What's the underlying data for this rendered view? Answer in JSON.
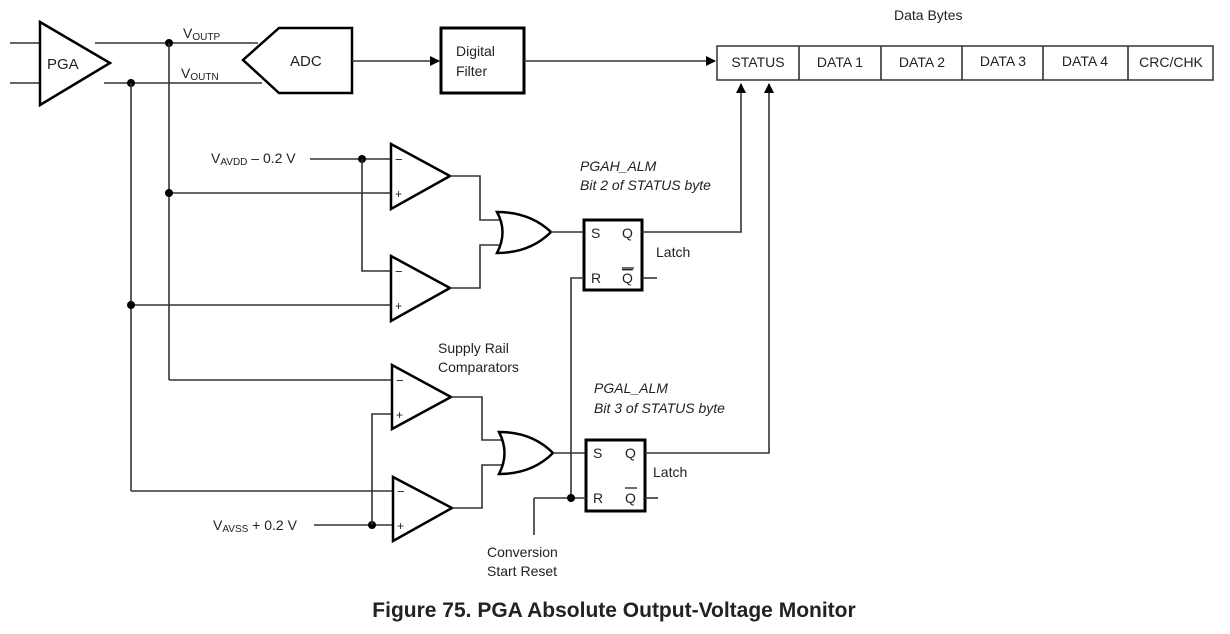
{
  "figure": {
    "caption": "Figure 75.  PGA Absolute Output-Voltage Monitor"
  },
  "blocks": {
    "pga": "PGA",
    "adc": "ADC",
    "digital_filter": [
      "Digital",
      "Filter"
    ]
  },
  "signals": {
    "voutp": {
      "main": "V",
      "sub": "OUTP"
    },
    "voutn": {
      "main": "V",
      "sub": "OUTN"
    },
    "vavdd": {
      "main": "V",
      "sub": "AVDD",
      "suffix": " – 0.2 V"
    },
    "vavss": {
      "main": "V",
      "sub": "AVSS",
      "suffix": " + 0.2 V"
    }
  },
  "data_bytes": {
    "title": "Data Bytes",
    "cells": [
      "STATUS",
      "DATA 1",
      "DATA 2",
      "DATA 3",
      "DATA 4",
      "CRC/CHK"
    ]
  },
  "comparators": {
    "minus": "−",
    "plus": "+",
    "group_label": [
      "Supply Rail",
      "Comparators"
    ]
  },
  "latches": [
    {
      "name": "PGAH_ALM",
      "desc": "Bit 2 of STATUS byte",
      "label": "Latch",
      "s": "S",
      "r": "R",
      "q": "Q",
      "qbar": "Q"
    },
    {
      "name": "PGAL_ALM",
      "desc": "Bit 3 of STATUS byte",
      "label": "Latch",
      "s": "S",
      "r": "R",
      "q": "Q",
      "qbar": "Q"
    }
  ],
  "reset": [
    "Conversion",
    "Start Reset"
  ]
}
